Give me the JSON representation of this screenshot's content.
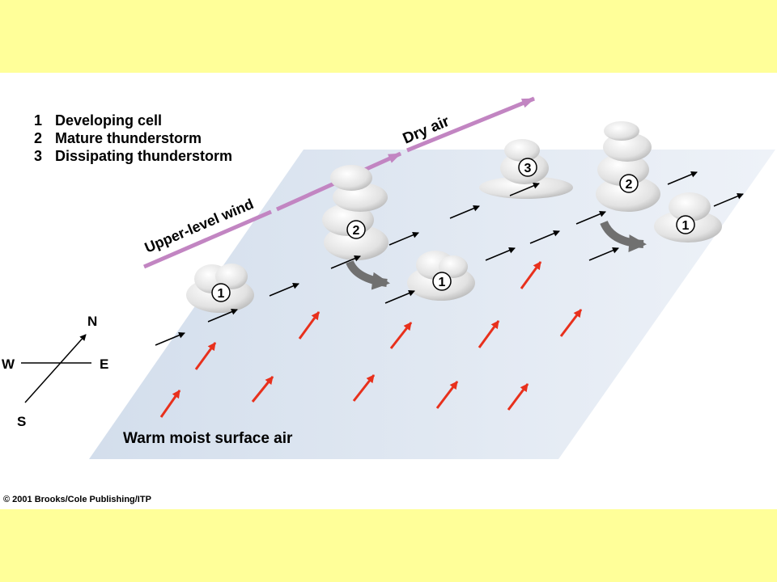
{
  "legend": {
    "items": [
      {
        "number": "1",
        "label": "Developing cell"
      },
      {
        "number": "2",
        "label": "Mature thunderstorm"
      },
      {
        "number": "3",
        "label": "Dissipating thunderstorm"
      }
    ]
  },
  "labels": {
    "upper_level_wind": "Upper-level wind",
    "dry_air": "Dry air",
    "surface_air": "Warm moist surface air"
  },
  "compass": {
    "north": "N",
    "south": "S",
    "east": "E",
    "west": "W"
  },
  "storm_cells": [
    {
      "stage": "1"
    },
    {
      "stage": "2"
    },
    {
      "stage": "1"
    },
    {
      "stage": "3"
    },
    {
      "stage": "2"
    },
    {
      "stage": "1"
    }
  ],
  "copyright": "© 2001 Brooks/Cole Publishing/ITP",
  "colors": {
    "background_band": "#ffff99",
    "plane": "#dde6f2",
    "upper_wind_arrow": "#c285c2",
    "surface_arrow": "#e8301c",
    "storm_motion_arrow": "#707070",
    "wind_arrow": "#000000"
  }
}
